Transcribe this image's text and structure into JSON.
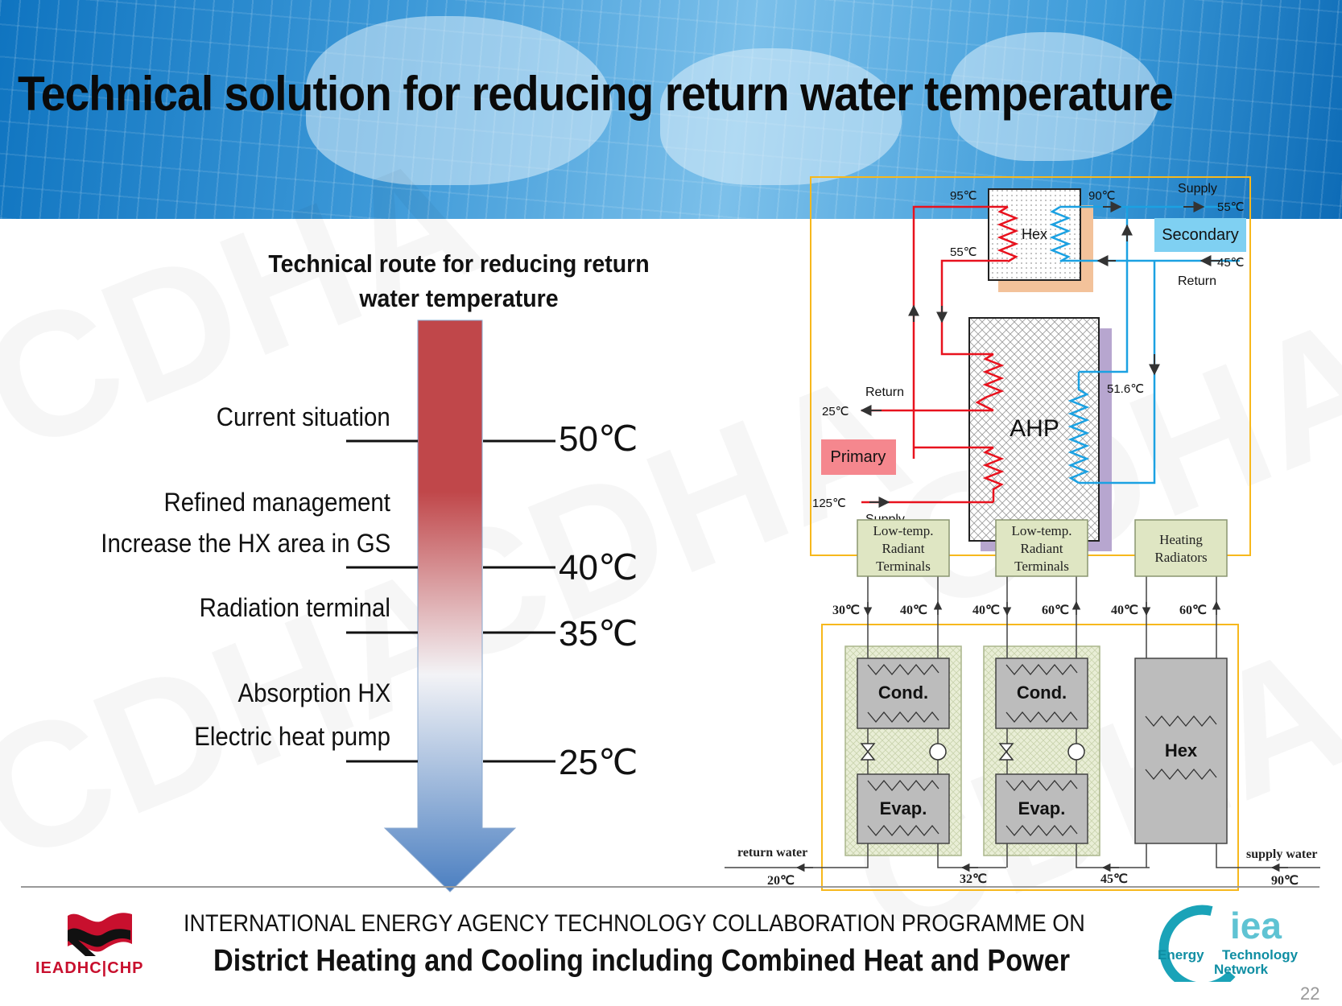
{
  "title": "Technical solution for reducing return water temperature",
  "route": {
    "title_line1": "Technical route for reducing return",
    "title_line2": "water temperature",
    "labels": [
      "Current situation",
      "Refined management",
      "Increase the HX area in GS",
      "Radiation terminal",
      "Absorption HX",
      "Electric heat pump"
    ],
    "temps": [
      "50℃",
      "40℃",
      "35℃",
      "25℃"
    ],
    "arrow_colors": {
      "top": "#c0474a",
      "middle": "#f3f3f6",
      "bottom": "#4b7fc1"
    }
  },
  "ahp_diagram": {
    "hex_label": "Hex",
    "ahp_label": "AHP",
    "secondary_label": "Secondary",
    "primary_label": "Primary",
    "supply_label": "Supply",
    "return_label": "Return",
    "primary_return_label": "Return",
    "primary_supply_label": "Supply",
    "t95": "95℃",
    "t90": "90℃",
    "t55_top": "55℃",
    "t55_left": "55℃",
    "t45": "45℃",
    "t25": "25℃",
    "t125": "125℃",
    "t516": "51.6℃",
    "colors": {
      "hot": "#e8121e",
      "cold": "#1ba1e2",
      "secondary_box": "#7fd0f2",
      "primary_box": "#f5878e",
      "frame": "#f7b81c"
    }
  },
  "terminal_diagram": {
    "terminals": [
      [
        "Low-temp.",
        "Radiant",
        "Terminals"
      ],
      [
        "Low-temp.",
        "Radiant",
        "Terminals"
      ],
      [
        "Heating",
        "Radiators"
      ]
    ],
    "pipe_temps": [
      "30℃",
      "40℃",
      "40℃",
      "60℃",
      "40℃",
      "60℃"
    ],
    "units": [
      {
        "top": "Cond.",
        "bottom": "Evap."
      },
      {
        "top": "Cond.",
        "bottom": "Evap."
      }
    ],
    "hex_label": "Hex",
    "return_water": "return water",
    "supply_water": "supply water",
    "bottom_temps": [
      "20℃",
      "32℃",
      "45℃",
      "90℃"
    ]
  },
  "footer": {
    "line1": "INTERNATIONAL ENERGY AGENCY TECHNOLOGY COLLABORATION PROGRAMME ON",
    "line2": "District Heating and Cooling including Combined Heat and Power",
    "dhc_logo_text": "IEADHC|CHP",
    "etn_logo_text": "iea",
    "etn_energy": "Energy",
    "etn_technology": "Technology",
    "etn_network": "Network",
    "page_number": "22"
  },
  "watermark": "CDHA"
}
